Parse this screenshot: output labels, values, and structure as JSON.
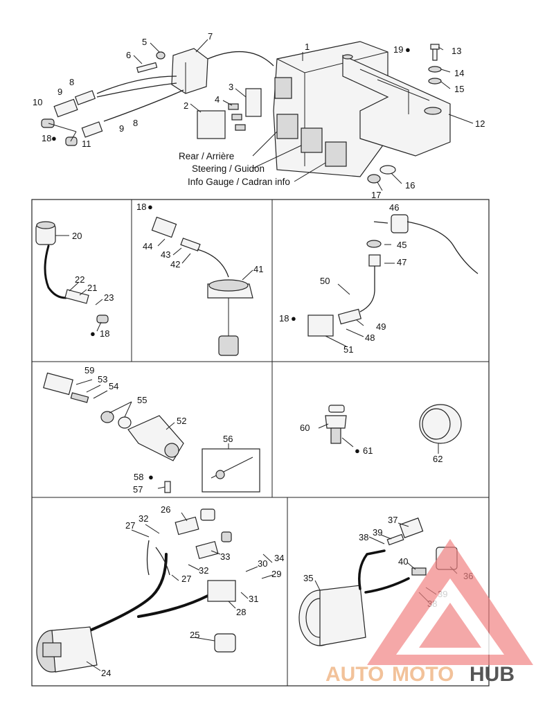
{
  "diagram": {
    "top_labels": {
      "rear": "Rear / Arrière",
      "steering": "Steering / Guidon",
      "info_gauge": "Info Gauge / Cadran info"
    },
    "part_numbers": {
      "p1": "1",
      "p2": "2",
      "p3": "3",
      "p4": "4",
      "p5": "5",
      "p6": "6",
      "p7": "7",
      "p8a": "8",
      "p8b": "8",
      "p9a": "9",
      "p9b": "9",
      "p10": "10",
      "p11": "11",
      "p12": "12",
      "p13": "13",
      "p14": "14",
      "p15": "15",
      "p16": "16",
      "p17": "17",
      "p18a": "18",
      "p19": "19",
      "p20": "20",
      "p21": "21",
      "p22": "22",
      "p23": "23",
      "p18b": "18",
      "p18c": "18",
      "p41": "41",
      "p42": "42",
      "p43": "43",
      "p44": "44",
      "p45": "45",
      "p46": "46",
      "p47": "47",
      "p48": "48",
      "p49": "49",
      "p50": "50",
      "p51": "51",
      "p18d": "18",
      "p52": "52",
      "p53": "53",
      "p54": "54",
      "p55": "55",
      "p56": "56",
      "p57": "57",
      "p58": "58",
      "p59": "59",
      "p60": "60",
      "p61": "61",
      "p62": "62",
      "p24": "24",
      "p25": "25",
      "p26": "26",
      "p27a": "27",
      "p27b": "27",
      "p28": "28",
      "p29": "29",
      "p30": "30",
      "p31": "31",
      "p32a": "32",
      "p32b": "32",
      "p33": "33",
      "p34": "34",
      "p35": "35",
      "p36": "36",
      "p37": "37",
      "p38a": "38",
      "p38b": "38",
      "p39a": "39",
      "p39b": "39",
      "p40": "40"
    },
    "watermark": {
      "part1": "AUTO",
      "part2": "MOTO",
      "part3": "HUB",
      "color_light": "#f2c29a",
      "color_dark": "#555555",
      "triangle_color": "#f08080"
    }
  }
}
